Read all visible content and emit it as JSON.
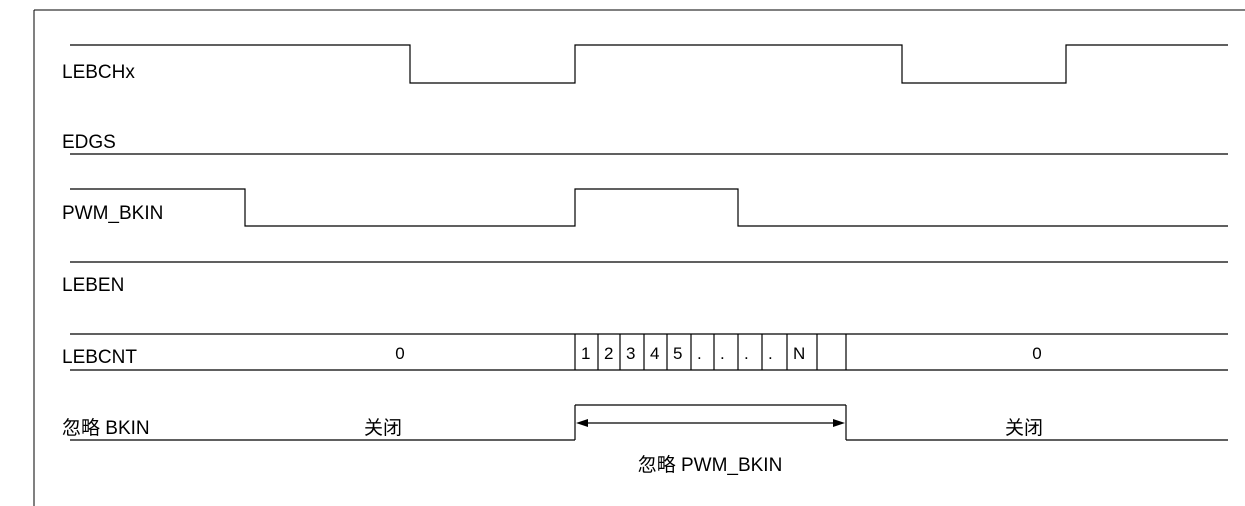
{
  "signals": {
    "lebchx": "LEBCHx",
    "edgs": "EDGS",
    "pwm_bkin": "PWM_BKIN",
    "leben": "LEBEN",
    "lebcnt": "LEBCNT",
    "ignore_bkin": "忽略 BKIN"
  },
  "lebcnt": {
    "left_value": "0",
    "right_value": "0",
    "counts": [
      "1",
      "2",
      "3",
      "4",
      "5",
      ".",
      ".",
      ".",
      ".",
      "N"
    ]
  },
  "ignore": {
    "left_state": "关闭",
    "right_state": "关闭",
    "window_label": "忽略 PWM_BKIN"
  }
}
